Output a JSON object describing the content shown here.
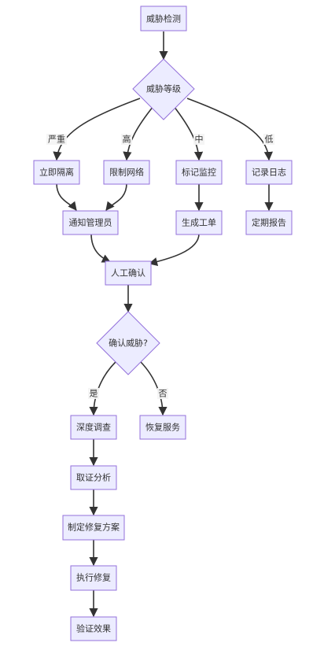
{
  "nodes": {
    "threat_detect": "威胁检测",
    "threat_level": "威胁等级",
    "isolate": "立即隔离",
    "limit_network": "限制网络",
    "mark_monitor": "标记监控",
    "log": "记录日志",
    "notify_admin": "通知管理员",
    "create_ticket": "生成工单",
    "periodic_report": "定期报告",
    "manual_confirm": "人工确认",
    "confirm_threat": "确认威胁?",
    "deep_investigate": "深度调查",
    "restore_service": "恢复服务",
    "forensics": "取证分析",
    "plan_fix": "制定修复方案",
    "execute_fix": "执行修复",
    "verify": "验证效果"
  },
  "edge_labels": {
    "severe": "严重",
    "high": "高",
    "medium": "中",
    "low": "低",
    "yes": "是",
    "no": "否"
  }
}
